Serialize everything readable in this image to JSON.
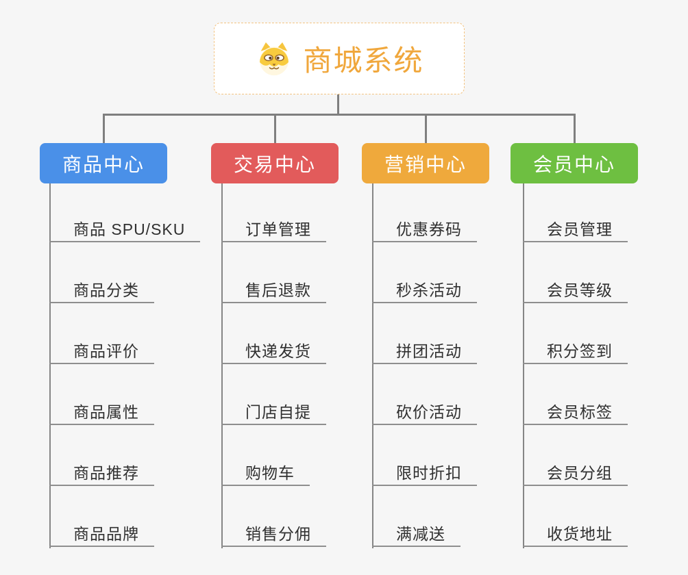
{
  "root": {
    "title": "商城系统",
    "icon": "dog-face-icon"
  },
  "branches": [
    {
      "label": "商品中心",
      "color": "#4A90E8",
      "children": [
        "商品 SPU/SKU",
        "商品分类",
        "商品评价",
        "商品属性",
        "商品推荐",
        "商品品牌"
      ]
    },
    {
      "label": "交易中心",
      "color": "#E25B5B",
      "children": [
        "订单管理",
        "售后退款",
        "快递发货",
        "门店自提",
        "购物车",
        "销售分佣"
      ]
    },
    {
      "label": "营销中心",
      "color": "#EFA93C",
      "children": [
        "优惠券码",
        "秒杀活动",
        "拼团活动",
        "砍价活动",
        "限时折扣",
        "满减送"
      ]
    },
    {
      "label": "会员中心",
      "color": "#6EBF41",
      "children": [
        "会员管理",
        "会员等级",
        "积分签到",
        "会员标签",
        "会员分组",
        "收货地址"
      ]
    }
  ],
  "colors": {
    "root_text": "#F0A73C",
    "root_border": "#F3C380",
    "connector": "#7F7F7F",
    "leaf_line": "#8E8E8E",
    "leaf_text": "#303030",
    "background": "#F6F6F6"
  }
}
